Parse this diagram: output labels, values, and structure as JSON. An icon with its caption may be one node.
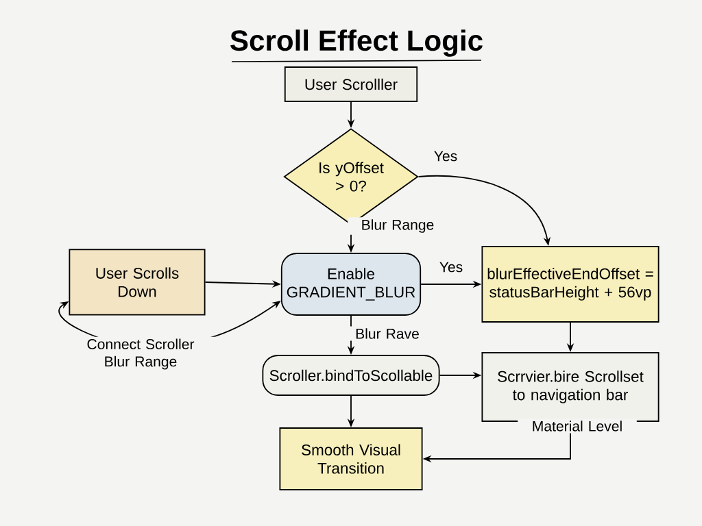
{
  "diagram": {
    "title": "Scroll Effect Logic",
    "nodes": [
      {
        "text": [
          "User Scrolller"
        ]
      },
      {
        "text": [
          "Is yOffset > 0?"
        ]
      },
      {
        "text": [
          "Enable GRADIENT_BLUR"
        ]
      },
      {
        "text": [
          "blurEffectiveEndOffset = statusBarHeight + 56vp"
        ]
      },
      {
        "text": [
          "User Scrolls Down"
        ]
      },
      {
        "text": [
          "Scroller.bindToScollable"
        ]
      },
      {
        "text": [
          "Scrrvier.bire Scrollset to navigation bar"
        ]
      },
      {
        "text": [
          "Smooth Visual Transition"
        ]
      }
    ],
    "edges": [
      {
        "from": 0,
        "to": 1,
        "arrow": "to"
      },
      {
        "from": 1,
        "to": 3,
        "arrow": "to",
        "label": "Yes"
      },
      {
        "from": 1,
        "to": 2,
        "arrow": "to",
        "label": "Blur Range"
      },
      {
        "from": 4,
        "to": 2,
        "arrow": "to"
      },
      {
        "from": 4,
        "to": 2,
        "arrow": "both",
        "label": "Connect Scroller Blur Range"
      },
      {
        "from": 2,
        "to": 3,
        "arrow": "to",
        "label": "Yes"
      },
      {
        "from": 2,
        "to": 5,
        "arrow": "to",
        "label": "Blur Rave"
      },
      {
        "from": 3,
        "to": 6,
        "arrow": "to"
      },
      {
        "from": 5,
        "to": 6,
        "arrow": "to"
      },
      {
        "from": 5,
        "to": 7,
        "arrow": "to"
      },
      {
        "from": 6,
        "to": 7,
        "arrow": "to",
        "label": "Material Level"
      }
    ]
  }
}
